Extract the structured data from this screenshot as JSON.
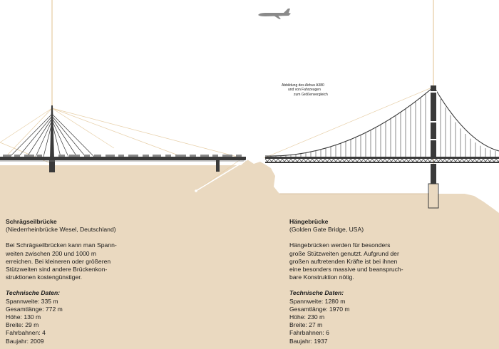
{
  "colors": {
    "ground": "#ead9c0",
    "pylon_guide": "#f0e0c7",
    "bridge_steel": "#3a3a3a",
    "text": "#1a1a1a"
  },
  "annotation": {
    "lines": [
      "Abbildung des Airbus A380",
      "und von Fahrzeugen",
      "zum Größenvergleich"
    ]
  },
  "icons": {
    "airplane": "airbus-a380-icon",
    "vehicles": "vehicle-icons"
  },
  "cable_stayed": {
    "title": "Schrägseilbrücke",
    "subtitle": "(Niederrheinbrücke Wesel, Deutschland)",
    "description": [
      "Bei Schrägseilbrücken kann man Spann-",
      "weiten zwischen 200 und 1000 m",
      "erreichen. Bei kleineren oder größeren",
      "Stützweiten sind andere Brückenkon-",
      "struktionen kostengünstiger."
    ],
    "tech_heading": "Technische Daten:",
    "specs": [
      "Spannweite: 335 m",
      "Gesamtlänge: 772 m",
      "Höhe: 130 m",
      "Breite: 29 m",
      "Fahrbahnen: 4",
      "Baujahr: 2009"
    ]
  },
  "suspension": {
    "title": "Hängebrücke",
    "subtitle": "(Golden Gate Bridge, USA)",
    "description": [
      "Hängebrücken werden für besonders",
      "große Stützweiten genutzt. Aufgrund der",
      "großen auftretenden Kräfte ist bei ihnen",
      "eine besonders massive und beanspruch-",
      "bare Konstruktion nötig."
    ],
    "tech_heading": "Technische Daten:",
    "specs": [
      "Spannweite: 1280 m",
      "Gesamtlänge: 1970 m",
      "Höhe: 230 m",
      "Breite: 27 m",
      "Fahrbahnen: 6",
      "Baujahr: 1937"
    ]
  }
}
